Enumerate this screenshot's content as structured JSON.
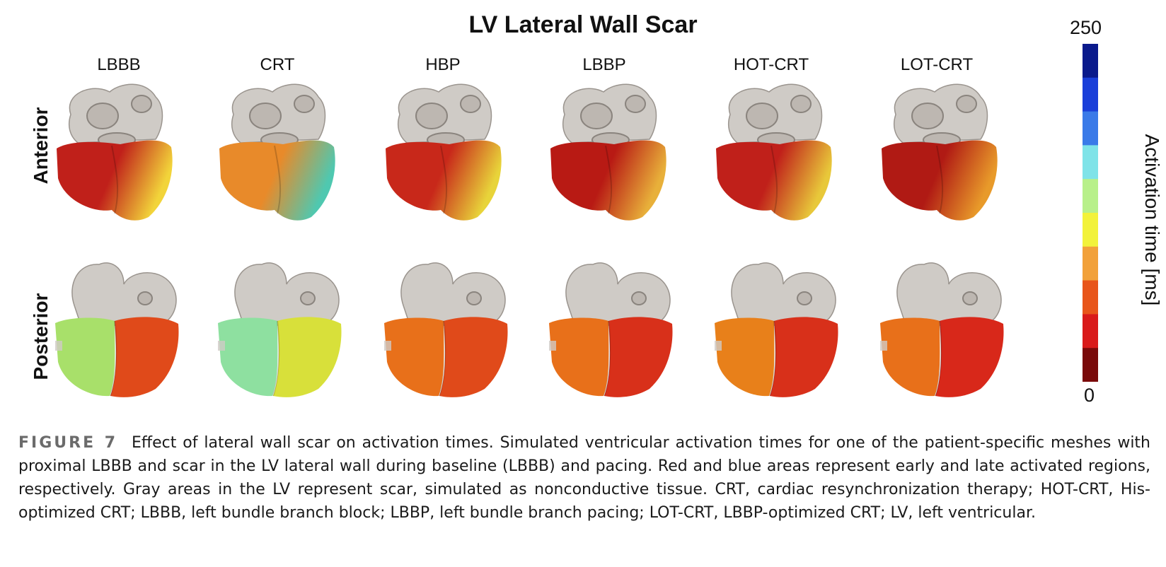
{
  "figure": {
    "title": "LV Lateral Wall Scar",
    "columns": [
      "LBBB",
      "CRT",
      "HBP",
      "LBBP",
      "HOT-CRT",
      "LOT-CRT"
    ],
    "rows": [
      "Anterior",
      "Posterior"
    ],
    "colorbar": {
      "label": "Activation time [ms]",
      "max": "250",
      "min": "0",
      "colors_top_to_bottom": [
        "#0a1a8c",
        "#1a3fd9",
        "#3a7ae8",
        "#7fe3e8",
        "#b8f08a",
        "#f2f23a",
        "#f2a13a",
        "#e8551a",
        "#d91a1a",
        "#7a0a0a"
      ]
    },
    "heart_colors": {
      "gray": "#cfcbc6",
      "anterior_lv_rv": {
        "LBBB": [
          "#c0201a",
          "#f2d43a"
        ],
        "CRT": [
          "#e88a2a",
          "#4fc8b0"
        ],
        "HBP": [
          "#c8281a",
          "#e8d43a"
        ],
        "LBBP": [
          "#b81a14",
          "#e8b03a"
        ],
        "HOT-CRT": [
          "#c0201a",
          "#e8c83a"
        ],
        "LOT-CRT": [
          "#b01a14",
          "#e89a2a"
        ]
      },
      "posterior_lv_rv": {
        "LBBB": [
          "#a8e06a",
          "#e04a1a"
        ],
        "CRT": [
          "#8ee0a0",
          "#d8e03a"
        ],
        "HBP": [
          "#e8701a",
          "#e04a1a"
        ],
        "LBBP": [
          "#e8701a",
          "#d8301a"
        ],
        "HOT-CRT": [
          "#e8801a",
          "#d8301a"
        ],
        "LOT-CRT": [
          "#e8701a",
          "#d8281a"
        ]
      }
    }
  },
  "caption": {
    "label": "FIGURE 7",
    "text": "Effect of lateral wall scar on activation times. Simulated ventricular activation times for one of the patient-specific meshes with proximal LBBB and scar in the LV lateral wall during baseline (LBBB) and pacing. Red and blue areas represent early and late activated regions, respectively. Gray areas in the LV represent scar, simulated as nonconductive tissue. CRT, cardiac resynchronization therapy; HOT-CRT, His-optimized CRT; LBBB, left bundle branch block; LBBP, left bundle branch pacing; LOT-CRT, LBBP-optimized CRT; LV, left ventricular."
  }
}
